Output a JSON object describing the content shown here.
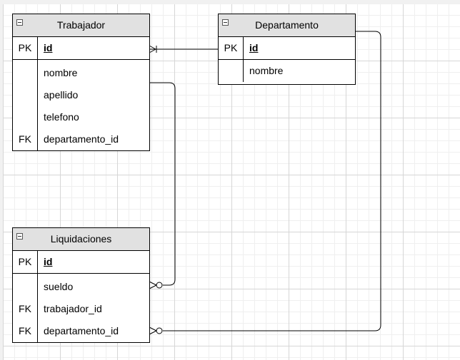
{
  "entities": [
    {
      "title": "Trabajador",
      "pk": {
        "key": "PK",
        "name": "id"
      },
      "fields": [
        {
          "key": "",
          "name": "nombre"
        },
        {
          "key": "",
          "name": "apellido"
        },
        {
          "key": "",
          "name": "telefono"
        },
        {
          "key": "FK",
          "name": "departamento_id"
        }
      ]
    },
    {
      "title": "Departamento",
      "pk": {
        "key": "PK",
        "name": "id"
      },
      "fields": [
        {
          "key": "",
          "name": "nombre"
        }
      ]
    },
    {
      "title": "Liquidaciones",
      "pk": {
        "key": "PK",
        "name": "id"
      },
      "fields": [
        {
          "key": "",
          "name": "sueldo"
        },
        {
          "key": "FK",
          "name": "trabajador_id"
        },
        {
          "key": "FK",
          "name": "departamento_id"
        }
      ]
    }
  ],
  "relationships": [
    {
      "from": "Trabajador",
      "to": "Departamento",
      "from_end": "one-or-many",
      "to_end": "one"
    },
    {
      "from": "Trabajador",
      "to": "Liquidaciones",
      "from_end": "one",
      "to_end": "zero-or-many"
    },
    {
      "from": "Departamento",
      "to": "Liquidaciones",
      "from_end": "one",
      "to_end": "zero-or-many"
    }
  ],
  "colors": {
    "header_fill": "#e1e1e1",
    "line": "#000000",
    "grid": "#d6d6d6"
  }
}
